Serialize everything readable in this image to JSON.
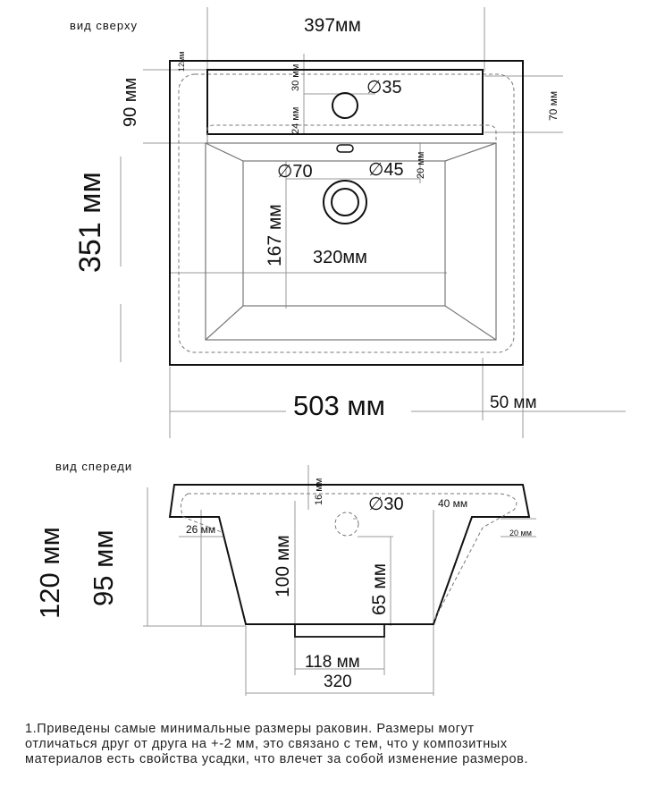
{
  "top_view": {
    "caption": "вид сверху",
    "dim_width_top": "397мм",
    "dim_12": "12мм",
    "dim_30": "30 мм",
    "dim_24": "24 мм",
    "dim_90": "90 мм",
    "dim_70": "70 мм",
    "hole_35": "∅35",
    "hole_70": "∅70",
    "hole_45": "∅45",
    "dim_20": "20 мм",
    "dim_167": "167 мм",
    "dim_320": "320мм",
    "dim_351": "351 мм",
    "dim_503": "503 мм",
    "dim_50": "50 мм"
  },
  "front_view": {
    "caption": "вид спереди",
    "dim_16": "16 мм",
    "hole_30": "∅30",
    "dim_40": "40 мм",
    "dim_26": "26 мм",
    "dim_20": "20 мм",
    "dim_120": "120 мм",
    "dim_95": "95 мм",
    "dim_100": "100 мм",
    "dim_65": "65 мм",
    "dim_118": "118 мм",
    "dim_320": "320"
  },
  "note": {
    "line1": "1.Приведены самые минимальные размеры раковин. Размеры могут",
    "line2": "отличаться друг от друга на +-2 мм, это связано с тем, что у композитных",
    "line3": "материалов есть свойства усадки, что влечет за собой изменение размеров."
  }
}
